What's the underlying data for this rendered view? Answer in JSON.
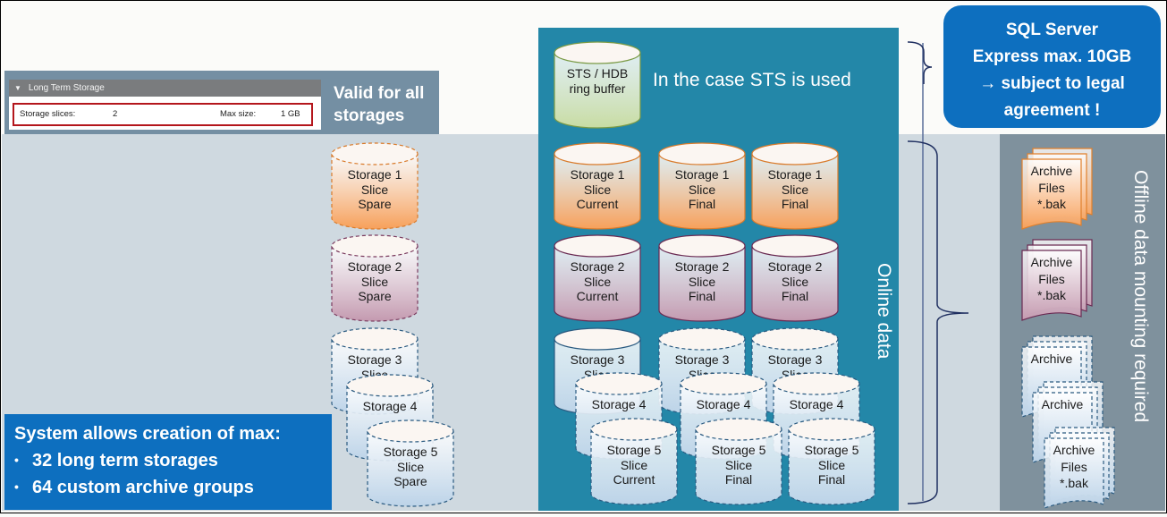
{
  "settings_panel": {
    "header": "Long Term Storage",
    "collapse_icon": "triangle-down-icon",
    "storage_slices_label": "Storage slices:",
    "storage_slices_value": "2",
    "max_size_label": "Max size:",
    "max_size_value": "1 GB"
  },
  "valid_note": {
    "line1": "Valid for all",
    "line2": "storages"
  },
  "sql_note": {
    "line1": "SQL Server",
    "line2": "Express max. 10GB",
    "line3": "→ subject to legal",
    "line4": "agreement !"
  },
  "system_note": {
    "title": "System allows creation of max:",
    "items": [
      "32 long term storages",
      "64 custom archive groups"
    ]
  },
  "sts_note": "In the case STS is used",
  "online_label": "Online data",
  "offline_label": "Offline data mounting required",
  "ring_buffer": {
    "line1": "STS / HDB",
    "line2": "ring buffer"
  },
  "spare_slices": [
    {
      "l1": "Storage 1",
      "l2": "Slice",
      "l3": "Spare"
    },
    {
      "l1": "Storage 2",
      "l2": "Slice",
      "l3": "Spare"
    },
    {
      "l1": "Storage 3",
      "l2": "Slice",
      "l3": ""
    },
    {
      "l1": "Storage 4",
      "l2": "",
      "l3": ""
    },
    {
      "l1": "Storage 5",
      "l2": "Slice",
      "l3": "Spare"
    }
  ],
  "online_slices": [
    {
      "l1": "Storage 1",
      "l2": "Slice",
      "l3": "Current"
    },
    {
      "l1": "Storage 1",
      "l2": "Slice",
      "l3": "Final"
    },
    {
      "l1": "Storage 1",
      "l2": "Slice",
      "l3": "Final"
    },
    {
      "l1": "Storage 2",
      "l2": "Slice",
      "l3": "Current"
    },
    {
      "l1": "Storage 2",
      "l2": "Slice",
      "l3": "Final"
    },
    {
      "l1": "Storage 2",
      "l2": "Slice",
      "l3": "Final"
    },
    {
      "l1": "Storage 3",
      "l2": "Slice",
      "l3": ""
    },
    {
      "l1": "Storage 3",
      "l2": "Slice",
      "l3": ""
    },
    {
      "l1": "Storage 3",
      "l2": "Slice",
      "l3": ""
    },
    {
      "l1": "Storage 4",
      "l2": "",
      "l3": ""
    },
    {
      "l1": "Storage 4",
      "l2": "",
      "l3": ""
    },
    {
      "l1": "Storage 4",
      "l2": "",
      "l3": ""
    },
    {
      "l1": "Storage 5",
      "l2": "Slice",
      "l3": "Current"
    },
    {
      "l1": "Storage 5",
      "l2": "Slice",
      "l3": "Final"
    },
    {
      "l1": "Storage 5",
      "l2": "Slice",
      "l3": "Final"
    }
  ],
  "archive_files": [
    {
      "l1": "Archive",
      "l2": "Files",
      "l3": "*.bak"
    },
    {
      "l1": "Archive",
      "l2": "Files",
      "l3": "*.bak"
    },
    {
      "l1": "Archive",
      "l2": "",
      "l3": ""
    },
    {
      "l1": "Archive",
      "l2": "",
      "l3": ""
    },
    {
      "l1": "Archive",
      "l2": "Files",
      "l3": "*.bak"
    }
  ],
  "colors": {
    "storage1": "#f7a05a",
    "storage2": "#c49ab0",
    "storage3_5": "#bcd3e8",
    "ring_buffer": "#c8dca3",
    "online_panel": "#2387a8",
    "offline_panel": "#7f919d",
    "note_blue": "#0d6fbf"
  }
}
